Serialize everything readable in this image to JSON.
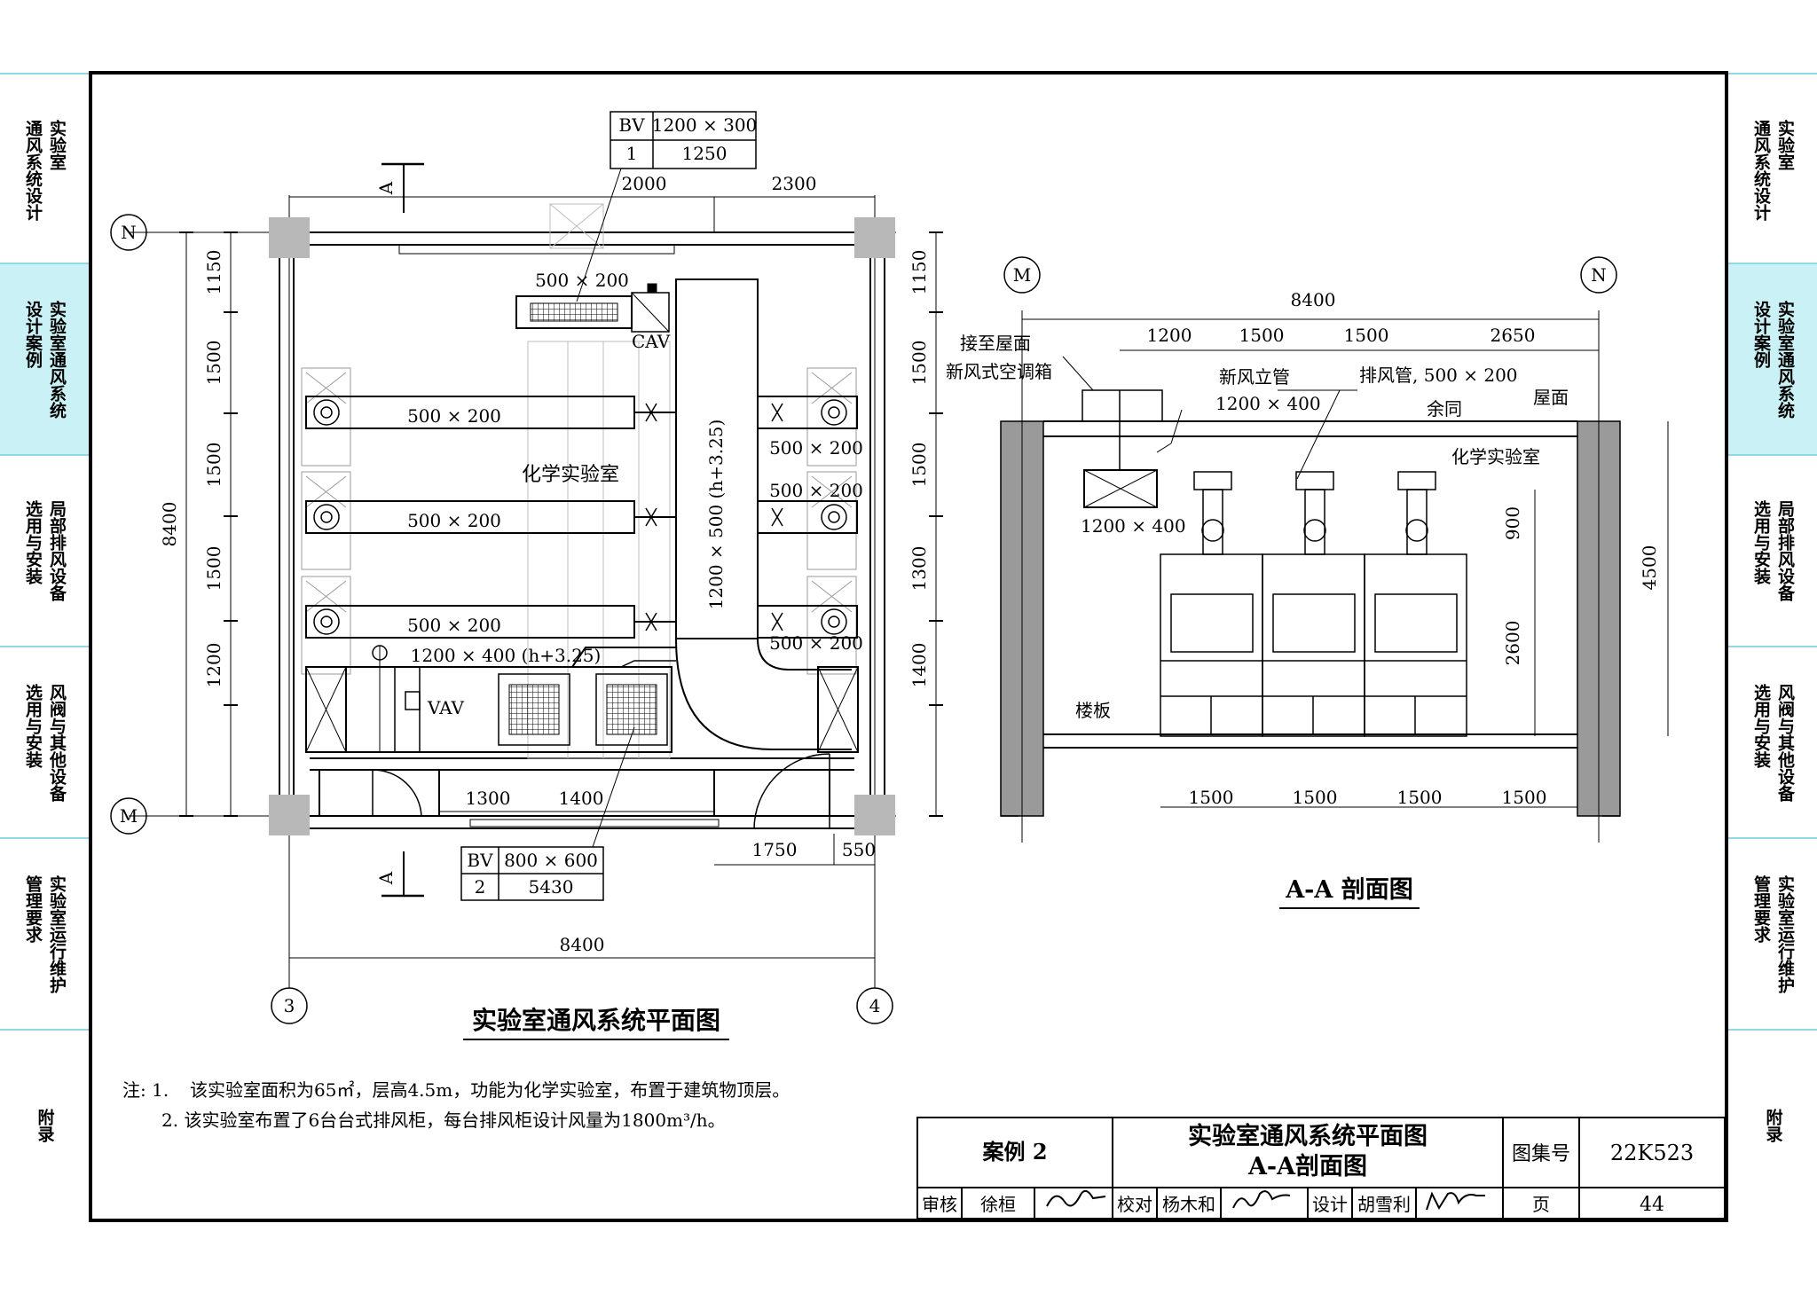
{
  "side_tabs": [
    {
      "cols": [
        "实验室",
        "通风系统设计"
      ],
      "active": false
    },
    {
      "cols": [
        "实验室通风系统",
        "设计案例"
      ],
      "active": true
    },
    {
      "cols": [
        "局部排风设备",
        "选用与安装"
      ],
      "active": false
    },
    {
      "cols": [
        "风阀与其他设备",
        "选用与安装"
      ],
      "active": false
    },
    {
      "cols": [
        "实验室运行维护",
        "管理要求"
      ],
      "active": false
    },
    {
      "cols": [
        "附录"
      ],
      "active": false
    }
  ],
  "plan": {
    "title": "实验室通风系统平面图",
    "room_name": "化学实验室",
    "bv_top": {
      "h1": "BV",
      "h2": "1200 × 300",
      "r1": "1",
      "r2": "1250"
    },
    "bv_bottom": {
      "h1": "BV",
      "h2": "800 × 600",
      "r1": "2",
      "r2": "5430"
    },
    "grid": {
      "n": "N",
      "m": "M",
      "c3": "3",
      "c4": "4"
    },
    "section_mark": "A",
    "dims_top": [
      "2000",
      "2300"
    ],
    "dims_left": [
      "1150",
      "1500",
      "1500",
      "1500",
      "1200"
    ],
    "dims_right": [
      "1150",
      "1500",
      "1500",
      "1300",
      "1400"
    ],
    "dim_total_left": "8400",
    "dim_total_bottom": "8400",
    "dims_bottom": [
      "1300",
      "1400",
      "1750",
      "550"
    ],
    "duct_supply": "500 × 200",
    "cav": "CAV",
    "vav": "VAV",
    "main_duct": "1200 × 500 (h+3.25)",
    "branch_labels": [
      "500 × 200",
      "500 × 200",
      "500 × 200"
    ],
    "right_branch_labels": [
      "500 × 200",
      "500 × 200",
      "500 × 200"
    ],
    "supply_main": "1200 × 400 (h+3.25)"
  },
  "section": {
    "title": "A-A 剖面图",
    "grid_m": "M",
    "grid_n": "N",
    "total": "8400",
    "top_dims": [
      "1200",
      "1500",
      "1500",
      "2650"
    ],
    "bottom_dims": [
      "1500",
      "1500",
      "1500",
      "1500"
    ],
    "right_dims": [
      "900",
      "2600"
    ],
    "height": "4500",
    "label_ahu_1": "接至屋面",
    "label_ahu_2": "新风式空调箱",
    "label_fresh_1": "新风立管",
    "label_fresh_2": "1200 × 400",
    "label_exhaust": "排风管, 500 × 200",
    "label_rest": "余同",
    "label_roof": "屋面",
    "label_room": "化学实验室",
    "label_floor": "楼板",
    "label_box": "1200 × 400"
  },
  "notes": {
    "prefix": "注: 1.",
    "line1": "该实验室面积为65㎡，层高4.5m，功能为化学实验室，布置于建筑物顶层。",
    "line2": "2.  该实验室布置了6台台式排风柜，每台排风柜设计风量为1800m³/h。"
  },
  "title_block": {
    "case": "案例 2",
    "title1": "实验室通风系统平面图",
    "title2": "A-A剖面图",
    "atlas_label": "图集号",
    "atlas_no": "22K523",
    "review": "审核",
    "reviewer": "徐桓",
    "check": "校对",
    "checker": "杨木和",
    "design": "设计",
    "designer": "胡雪利",
    "page_label": "页",
    "page_no": "44"
  }
}
